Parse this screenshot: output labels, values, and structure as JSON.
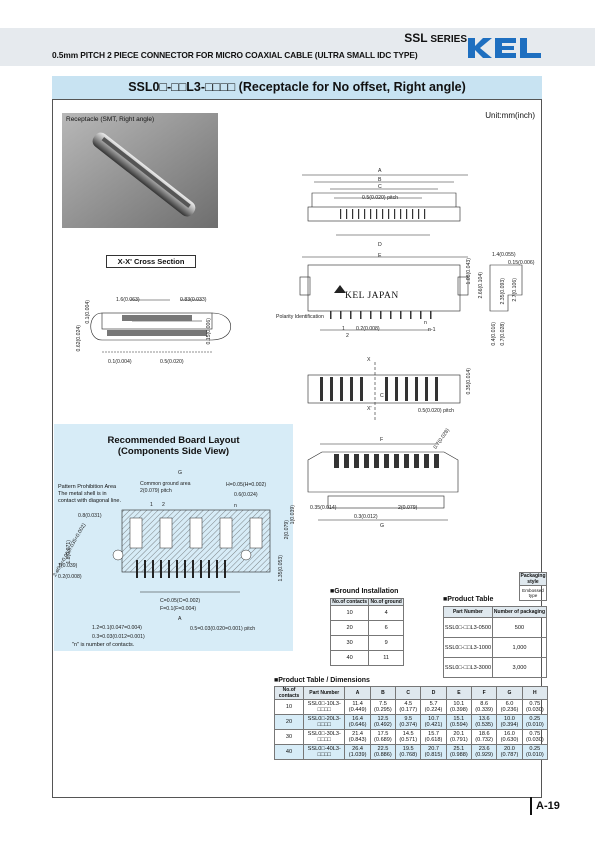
{
  "header": {
    "series_prefix": "SSL",
    "series_suffix": "SERIES",
    "subtitle": "0.5mm PITCH 2 PIECE CONNECTOR FOR MICRO COAXIAL CABLE (ULTRA SMALL IDC TYPE)",
    "logo_text": "KEL",
    "brand_color": "#1e6fc0"
  },
  "title": "SSL0□-□□L3-□□□□ (Receptacle for No offset, Right angle)",
  "unit": "Unit:mm(inch)",
  "photo_label": "Receptacle (SMT, Right angle)",
  "cross_section_label": "X-X' Cross Section",
  "cross_dims": [
    "1.6(0.063)",
    "0.83(0.033)",
    "0.1(0.004)",
    "0.5(0.020)",
    "0.15(0.006)",
    "0.1(0.004)",
    "0.62(0.024)"
  ],
  "top_view": {
    "dims": [
      "A",
      "B",
      "C",
      "0.5(0.020) pitch",
      "D",
      "E",
      "1.08(0.043)",
      "2.66(0.104)",
      "0.2(0.008)",
      "1",
      "2",
      "n",
      "n-1",
      "1.4(0.055)",
      "0.15(0.006)",
      "2.35(0.093)",
      "2.7(0.106)",
      "0.4(0.016)",
      "0.7(0.028)"
    ],
    "marking": "KEL JAPAN",
    "polarity": "Polarity Identification"
  },
  "bottom_view": {
    "dims": [
      "X",
      "X'",
      "C",
      "0.5(0.020) pitch",
      "0.35(0.014)"
    ]
  },
  "lower_view": {
    "dims": [
      "F",
      "0.7(0.028)",
      "0.35(0.014)",
      "2(0.079)",
      "0.3(0.012)",
      "G"
    ]
  },
  "board": {
    "title_line1": "Recommended Board Layout",
    "title_line2": "(Components Side View)",
    "note": [
      "Pattern Prohibition Area",
      "The metal shell is in",
      "contact with diagonal line."
    ],
    "dims": [
      "G",
      "Common ground area",
      "2(0.079) pitch",
      "H=0.05(H=0.002)",
      "0.6(0.024)",
      "0.8(0.031)",
      "1.8(0.071)",
      "1(0.039)",
      "0.2(0.008)",
      "C=0.05(C=0.002)",
      "F=0.1(F=0.004)",
      "A",
      "1.2=0.1(0.047=0.004)",
      "0.3=0.03(0.012=0.001)",
      "0.5=0.03(0.020=0.001) pitch",
      "1.35(0.053)",
      "2(0.079)",
      "1(0.039)",
      "n",
      "1",
      "2",
      "2-ø0.9=0.05(0.035=0.002)"
    ],
    "footnote": "\"n\" is number of contacts."
  },
  "ground": {
    "caption": "■Ground Installation",
    "headers": [
      "No.of contacts",
      "No.of ground"
    ],
    "rows": [
      [
        "10",
        "4"
      ],
      [
        "20",
        "6"
      ],
      [
        "30",
        "9"
      ],
      [
        "40",
        "11"
      ]
    ]
  },
  "product": {
    "caption": "■Product Table",
    "style_header": "Packaging style",
    "style_value": "Embossed type",
    "headers": [
      "Part Number",
      "Number of packaging"
    ],
    "rows": [
      [
        "SSL0□-□□L3-0500",
        "500"
      ],
      [
        "SSL0□-□□L3-1000",
        "1,000"
      ],
      [
        "SSL0□-□□L3-3000",
        "3,000"
      ]
    ]
  },
  "dims_table": {
    "caption": "■Product Table / Dimensions",
    "headers": [
      "No.of contacts",
      "Part Number",
      "A",
      "B",
      "C",
      "D",
      "E",
      "F",
      "G",
      "H"
    ],
    "rows": [
      [
        "10",
        "SSL0□-10L3-□□□□",
        "11.4 (0.449)",
        "7.5 (0.295)",
        "4.5 (0.177)",
        "5.7 (0.224)",
        "10.1 (0.398)",
        "8.6 (0.339)",
        "6.0 (0.236)",
        "0.75 (0.030)"
      ],
      [
        "20",
        "SSL0□-20L3-□□□□",
        "16.4 (0.646)",
        "12.5 (0.492)",
        "9.5 (0.374)",
        "10.7 (0.421)",
        "15.1 (0.594)",
        "13.6 (0.535)",
        "10.0 (0.394)",
        "0.25 (0.010)"
      ],
      [
        "30",
        "SSL0□-30L3-□□□□",
        "21.4 (0.843)",
        "17.5 (0.689)",
        "14.5 (0.571)",
        "15.7 (0.618)",
        "20.1 (0.791)",
        "18.6 (0.732)",
        "16.0 (0.630)",
        "0.75 (0.030)"
      ],
      [
        "40",
        "SSL0□-40L3-□□□□",
        "26.4 (1.039)",
        "22.5 (0.886)",
        "19.5 (0.768)",
        "20.7 (0.815)",
        "25.1 (0.988)",
        "23.6 (0.929)",
        "20.0 (0.787)",
        "0.25 (0.010)"
      ]
    ]
  },
  "page_number": "A-19"
}
